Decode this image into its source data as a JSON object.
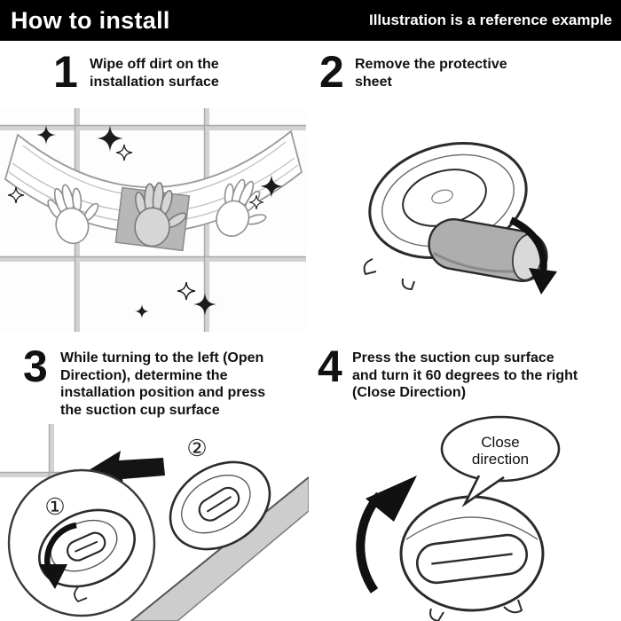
{
  "header": {
    "title": "How to install",
    "note": "Illustration is a reference example"
  },
  "steps": [
    {
      "num": "1",
      "text": "Wipe off dirt on the installation surface"
    },
    {
      "num": "2",
      "text": "Remove the protective sheet"
    },
    {
      "num": "3",
      "text": "While turning to the left (Open Direction), determine the installation position and press the suction cup surface"
    },
    {
      "num": "4",
      "text": "Press the suction cup surface and turn it 60 degrees to the right (Close Direction)"
    }
  ],
  "labels": {
    "circled1": "①",
    "circled2": "②",
    "bubble_line1": "Close",
    "bubble_line2": "direction"
  },
  "colors": {
    "header_bg": "#000000",
    "header_text": "#ffffff",
    "ink": "#111111",
    "outline": "#2b2b2b",
    "tile_grout": "#d2d2d2",
    "sheet_gray": "#aeaeae",
    "cloth_gray": "#b7b7b7"
  }
}
